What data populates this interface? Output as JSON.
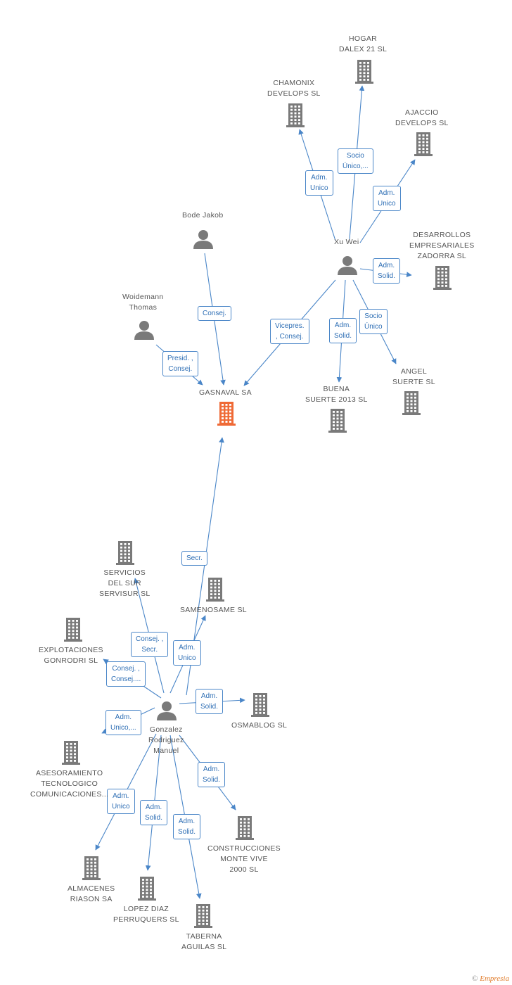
{
  "colors": {
    "edge": "#4a86c8",
    "company": "#7a7a7a",
    "main_company": "#ef6a36",
    "person": "#7a7a7a"
  },
  "nodes": [
    {
      "id": "gasnaval",
      "type": "company",
      "main": true,
      "label": "GASNAVAL SA"
    },
    {
      "id": "bode",
      "type": "person",
      "label": "Bode Jakob"
    },
    {
      "id": "woidemann",
      "type": "person",
      "label": "Woidemann\nThomas"
    },
    {
      "id": "xuwei",
      "type": "person",
      "label": "Xu Wei"
    },
    {
      "id": "gonzalez",
      "type": "person",
      "label": "Gonzalez\nRodriguez\nManuel"
    },
    {
      "id": "hogar",
      "type": "company",
      "label": "HOGAR\nDALEX 21  SL"
    },
    {
      "id": "chamonix",
      "type": "company",
      "label": "CHAMONIX\nDEVELOPS SL"
    },
    {
      "id": "ajaccio",
      "type": "company",
      "label": "AJACCIO\nDEVELOPS SL"
    },
    {
      "id": "desarrollos",
      "type": "company",
      "label": "DESARROLLOS\nEMPRESARIALES\nZADORRA SL"
    },
    {
      "id": "angel",
      "type": "company",
      "label": "ANGEL\nSUERTE SL"
    },
    {
      "id": "buena",
      "type": "company",
      "label": "BUENA\nSUERTE 2013 SL"
    },
    {
      "id": "servicios",
      "type": "company",
      "label": "SERVICIOS\nDEL SUR\nSERVISUR SL"
    },
    {
      "id": "samenosame",
      "type": "company",
      "label": "SAMENOSAME SL"
    },
    {
      "id": "explotaciones",
      "type": "company",
      "label": "EXPLOTACIONES\nGONRODRI  SL"
    },
    {
      "id": "osmablog",
      "type": "company",
      "label": "OSMABLOG SL"
    },
    {
      "id": "asesoramiento",
      "type": "company",
      "label": "ASESORAMIENTO\nTECNOLOGICO\nCOMUNICACIONES..."
    },
    {
      "id": "construcciones",
      "type": "company",
      "label": "CONSTRUCCIONES\nMONTE VIVE\n2000 SL"
    },
    {
      "id": "almacenes",
      "type": "company",
      "label": "ALMACENES\nRIASON SA"
    },
    {
      "id": "lopez",
      "type": "company",
      "label": "LOPEZ DIAZ\nPERRUQUERS SL"
    },
    {
      "id": "taberna",
      "type": "company",
      "label": "TABERNA\nAGUILAS  SL"
    }
  ],
  "edges": [
    {
      "from": "bode",
      "to": "gasnaval",
      "label": "Consej."
    },
    {
      "from": "woidemann",
      "to": "gasnaval",
      "label": "Presid. ,\nConsej."
    },
    {
      "from": "xuwei",
      "to": "gasnaval",
      "label": "Vicepres.\n, Consej."
    },
    {
      "from": "gonzalez",
      "to": "gasnaval",
      "label": "Secr."
    },
    {
      "from": "xuwei",
      "to": "chamonix",
      "label": "Adm.\nUnico"
    },
    {
      "from": "xuwei",
      "to": "hogar",
      "label": "Socio\nÚnico,..."
    },
    {
      "from": "xuwei",
      "to": "ajaccio",
      "label": "Adm.\nUnico"
    },
    {
      "from": "xuwei",
      "to": "desarrollos",
      "label": "Adm.\nSolid."
    },
    {
      "from": "xuwei",
      "to": "buena",
      "label": "Adm.\nSolid."
    },
    {
      "from": "xuwei",
      "to": "angel",
      "label": "Socio\nÚnico"
    },
    {
      "from": "gonzalez",
      "to": "servicios",
      "label": "Consej. ,\nSecr."
    },
    {
      "from": "gonzalez",
      "to": "samenosame",
      "label": "Adm.\nUnico"
    },
    {
      "from": "gonzalez",
      "to": "explotaciones",
      "label": "Consej. ,\nConsej...."
    },
    {
      "from": "gonzalez",
      "to": "osmablog",
      "label": "Adm.\nSolid."
    },
    {
      "from": "gonzalez",
      "to": "asesoramiento",
      "label": "Adm.\nUnico,..."
    },
    {
      "from": "gonzalez",
      "to": "construcciones",
      "label": "Adm.\nSolid."
    },
    {
      "from": "gonzalez",
      "to": "almacenes",
      "label": "Adm.\nUnico"
    },
    {
      "from": "gonzalez",
      "to": "lopez",
      "label": "Adm.\nSolid."
    },
    {
      "from": "gonzalez",
      "to": "taberna",
      "label": "Adm.\nSolid."
    }
  ],
  "credit": {
    "symbol": "©",
    "brand": "Empresia"
  }
}
